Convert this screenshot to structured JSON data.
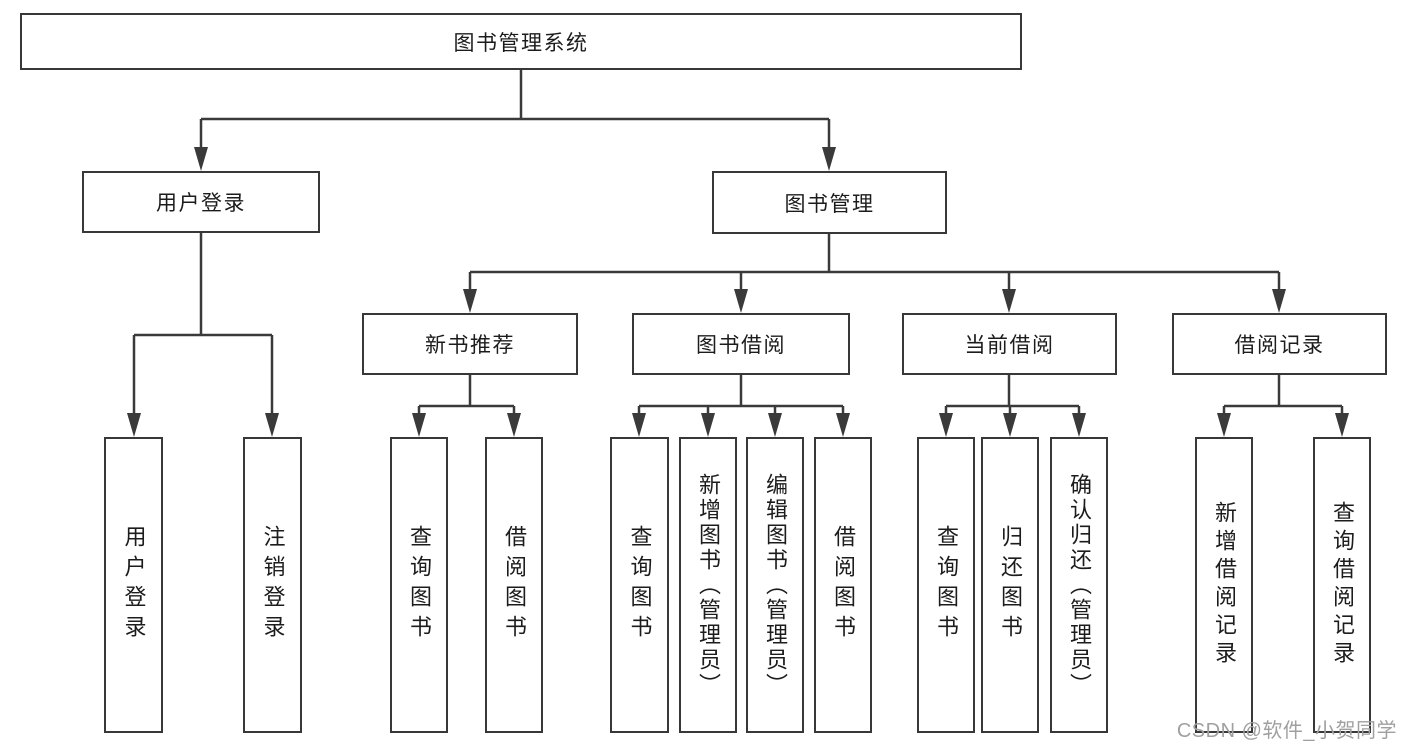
{
  "nodes": {
    "root": "图书管理系统",
    "user_login": "用户登录",
    "book_mgmt": "图书管理",
    "login": "用户登录",
    "logout": "注销登录",
    "new_rec": "新书推荐",
    "borrow": "图书借阅",
    "current": "当前借阅",
    "record": "借阅记录",
    "nr_query": "查询图书",
    "nr_borrow": "借阅图书",
    "bb_query": "查询图书",
    "bb_add": "新增图书（管理员）",
    "bb_edit": "编辑图书（管理员）",
    "bb_borrow": "借阅图书",
    "cb_query": "查询图书",
    "cb_return": "归还图书",
    "cb_confirm": "确认归还（管理员）",
    "br_add": "新增借阅记录",
    "br_query": "查询借阅记录"
  },
  "watermark": "CSDN @软件_小贺同学",
  "colors": {
    "line": "#3a3a3a",
    "box_border": "#383838",
    "text": "#1c1c1c",
    "watermark": "#a0a0a0",
    "background": "#ffffff"
  }
}
